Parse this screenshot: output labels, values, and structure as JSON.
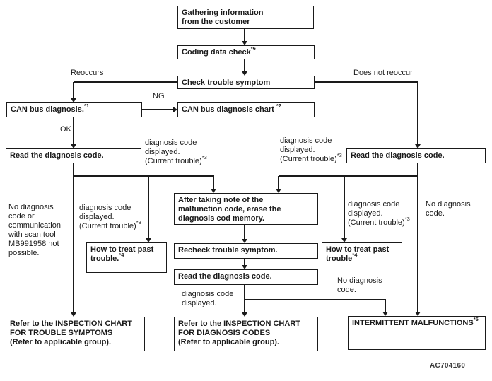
{
  "colors": {
    "line": "#1a1a1a",
    "background": "#ffffff"
  },
  "nodes": {
    "gathering": {
      "text": "Gathering information\nfrom the customer"
    },
    "coding": {
      "text": "Coding data check",
      "sup": "*6"
    },
    "check_symptom": {
      "text": "Check trouble symptom"
    },
    "can_bus": {
      "text": "CAN bus diagnosis.",
      "sup": "*1"
    },
    "can_chart": {
      "text": "CAN bus diagnosis chart ",
      "sup": "*2"
    },
    "read_left": {
      "text": "Read the diagnosis code."
    },
    "read_right": {
      "text": "Read the diagnosis code."
    },
    "after_note": {
      "text": "After taking note of the\nmalfunction code, erase the\ndiagnosis cod memory."
    },
    "treat_left": {
      "text": "How to treat past\ntrouble.",
      "sup": "*4"
    },
    "treat_right": {
      "text": "How to treat past\ntrouble",
      "sup": "*4"
    },
    "recheck": {
      "text": "Recheck trouble symptom."
    },
    "read_mid": {
      "text": "Read the diagnosis code."
    },
    "refer_trouble": {
      "text": "Refer to the INSPECTION CHART\nFOR TROUBLE SYMPTOMS\n(Refer to applicable group)."
    },
    "refer_diag": {
      "text": "Refer to the INSPECTION CHART\nFOR DIAGNOSIS CODES\n(Refer to applicable group)."
    },
    "intermittent": {
      "text": "INTERMITTENT MALFUNCTIONS",
      "sup": "*5"
    }
  },
  "labels": {
    "reoccurs": "Reoccurs",
    "does_not_reoccur": "Does not reoccur",
    "ng": "NG",
    "ok": "OK",
    "diag_left_top": {
      "text": "diagnosis code\ndisplayed.\n(Current trouble)",
      "sup": "*3"
    },
    "diag_right_top": {
      "text": "diagnosis code\ndisplayed.\n(Current trouble)",
      "sup": "*3"
    },
    "diag_left_mid": {
      "text": "diagnosis  code\ndisplayed.\n(Current trouble)",
      "sup": "*3"
    },
    "diag_right_mid": {
      "text": "diagnosis code\ndisplayed.\n(Current trouble)",
      "sup": "*3"
    },
    "no_diag_right_upper": "No diagnosis\ncode.",
    "no_diag_right_lower": "No diagnosis\ncode.",
    "diag_bottom": "diagnosis  code\ndisplayed.",
    "left_note": "No diagnosis\ncode or\ncommunication\nwith scan tool\nMB991958 not\npossible."
  },
  "footer": {
    "figure_code": "AC704160"
  }
}
